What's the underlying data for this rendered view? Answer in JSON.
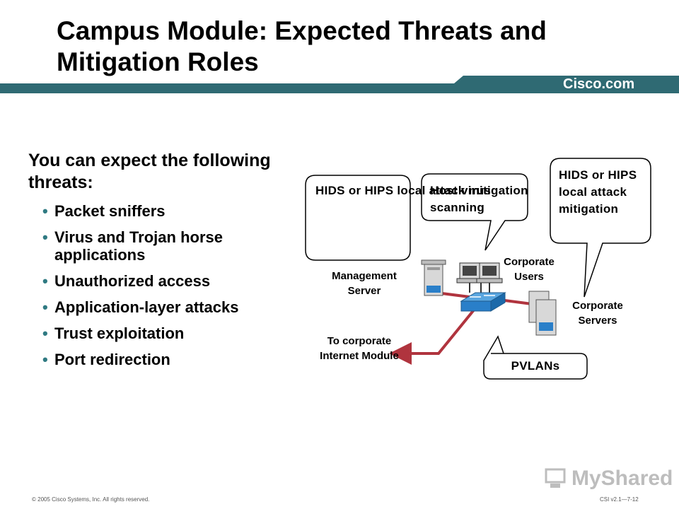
{
  "slide": {
    "title": "Campus Module: Expected Threats and Mitigation Roles",
    "brand": "Cisco.com",
    "lead": "You can expect the following threats:",
    "bullets": [
      "Packet sniffers",
      "Virus and Trojan horse applications",
      "Unauthorized access",
      "Application-layer attacks",
      "Trust exploitation",
      "Port redirection"
    ],
    "copyright": "© 2005 Cisco Systems, Inc. All rights reserved.",
    "page_ref": "CSI v2.1—7-12",
    "watermark": "MyShared"
  },
  "diagram": {
    "callout_left": "HIDS or HIPS local attack mitigation",
    "callout_mid": "Host virus scanning",
    "callout_right": "HIDS or HIPS local attack mitigation",
    "callout_bottom": "PVLANs",
    "label_mgmt": "Management Server",
    "label_users": "Corporate Users",
    "label_servers": "Corporate Servers",
    "label_internet": "To corporate Internet Module"
  },
  "colors": {
    "band": "#2f6a73",
    "link": "#b0343e",
    "switch": "#2a7fc9"
  }
}
